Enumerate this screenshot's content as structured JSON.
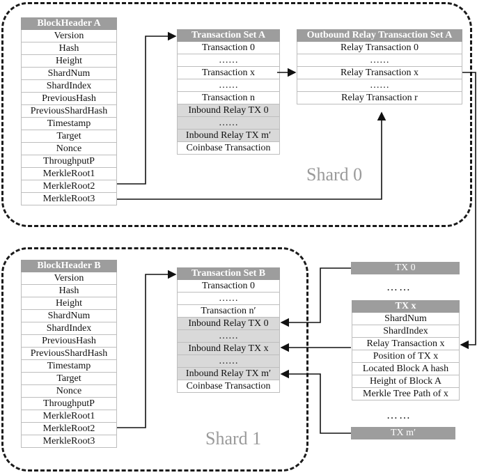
{
  "shard0": {
    "label": "Shard 0",
    "block_header": {
      "title": "BlockHeader  A",
      "fields": [
        "Version",
        "Hash",
        "Height",
        "ShardNum",
        "ShardIndex",
        "PreviousHash",
        "PreviousShardHash",
        "Timestamp",
        "Target",
        "Nonce",
        "ThroughputP",
        "MerkleRoot1",
        "MerkleRoot2",
        "MerkleRoot3"
      ]
    },
    "transaction_set": {
      "title": "Transaction Set A",
      "rows": [
        {
          "text": "Transaction 0",
          "grey": false
        },
        {
          "text": "……",
          "grey": false
        },
        {
          "text": "Transaction x",
          "grey": false
        },
        {
          "text": "……",
          "grey": false
        },
        {
          "text": "Transaction n",
          "grey": false
        },
        {
          "text": "Inbound Relay TX 0",
          "grey": true
        },
        {
          "text": "……",
          "grey": true
        },
        {
          "text": "Inbound Relay TX m′",
          "grey": true
        },
        {
          "text": "Coinbase Transaction",
          "grey": false
        }
      ]
    },
    "relay_set": {
      "title": "Outbound Relay Transaction Set A",
      "rows": [
        "Relay Transaction 0",
        "……",
        "Relay Transaction x",
        "……",
        "Relay Transaction r"
      ]
    }
  },
  "shard1": {
    "label": "Shard 1",
    "block_header": {
      "title": "BlockHeader  B",
      "fields": [
        "Version",
        "Hash",
        "Height",
        "ShardNum",
        "ShardIndex",
        "PreviousHash",
        "PreviousShardHash",
        "Timestamp",
        "Target",
        "Nonce",
        "ThroughputP",
        "MerkleRoot1",
        "MerkleRoot2",
        "MerkleRoot3"
      ]
    },
    "transaction_set": {
      "title": "Transaction Set B",
      "rows": [
        {
          "text": "Transaction 0",
          "grey": false
        },
        {
          "text": "……",
          "grey": false
        },
        {
          "text": "Transaction n′",
          "grey": false
        },
        {
          "text": "Inbound Relay TX 0",
          "grey": true
        },
        {
          "text": "……",
          "grey": true
        },
        {
          "text": "Inbound Relay TX x",
          "grey": true
        },
        {
          "text": "……",
          "grey": true
        },
        {
          "text": "Inbound Relay TX m′",
          "grey": true
        },
        {
          "text": "Coinbase Transaction",
          "grey": false
        }
      ]
    }
  },
  "relay_txs": {
    "tx0_label": "TX 0",
    "dots_top": "……",
    "txx": {
      "title": "TX x",
      "fields": [
        "ShardNum",
        "ShardIndex",
        "Relay Transaction x",
        "Position of TX x",
        "Located Block A hash",
        "Height of Block A",
        "Merkle Tree Path of  x"
      ]
    },
    "dots_bottom": "……",
    "txm_label": "TX m′"
  },
  "colors": {
    "header_grey": "#9d9d9d",
    "row_grey": "#d9d9d9",
    "shard_label": "#9a9a9a"
  }
}
